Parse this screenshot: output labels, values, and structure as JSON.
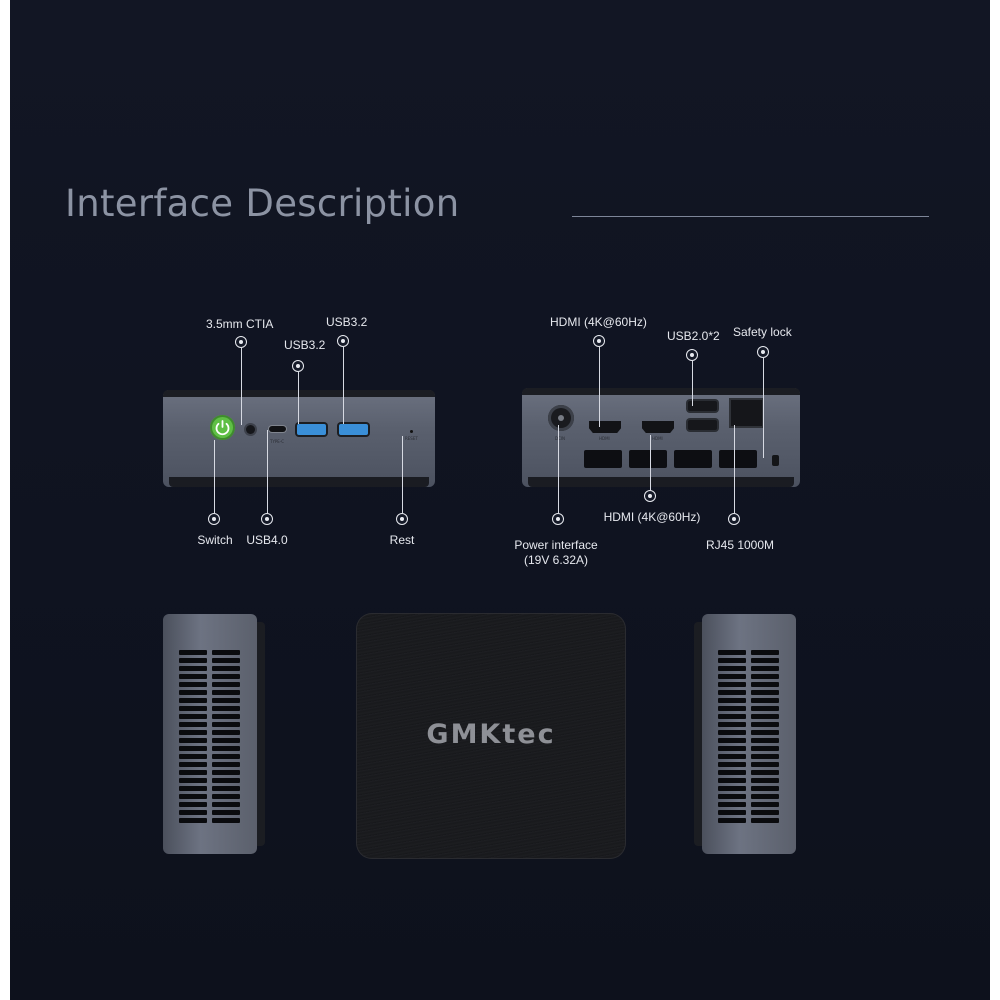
{
  "header": {
    "title": "Interface Description"
  },
  "front_panel": {
    "labels": {
      "ctia": "3.5mm CTIA",
      "usb32_a": "USB3.2",
      "usb32_b": "USB3.2",
      "switch": "Switch",
      "usb40": "USB4.0",
      "reset": "Rest"
    },
    "printed": {
      "type_c": "TYPE-C",
      "reset": "RESET"
    }
  },
  "rear_panel": {
    "labels": {
      "hdmi_top": "HDMI (4K@60Hz)",
      "usb20": "USB2.0*2",
      "safety_lock": "Safety lock",
      "power_line1": "Power interface",
      "power_line2": "(19V 6.32A)",
      "hdmi_bottom": "HDMI (4K@60Hz)",
      "rj45": "RJ45 1000M"
    },
    "printed": {
      "dcin": "DCIN",
      "hdmi1": "HDMI",
      "hdmi2": "HDMI"
    }
  },
  "top_view": {
    "brand": "GMKtec"
  },
  "colors": {
    "background": "#121624",
    "power_button": "#62c04a",
    "usb_blue": "#3a8fd8",
    "text": "#e6e8ee"
  }
}
